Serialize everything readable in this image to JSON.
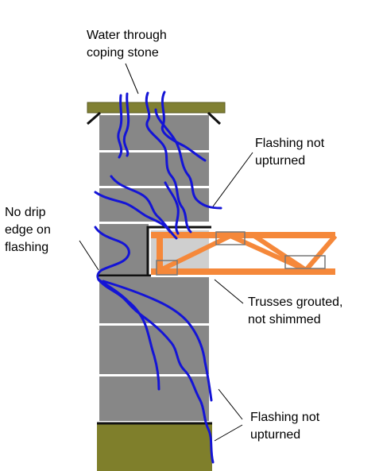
{
  "labels": {
    "water_coping": {
      "line1": "Water through",
      "line2": "coping stone"
    },
    "flashing_top": {
      "line1": "Flashing not",
      "line2": "upturned"
    },
    "no_drip": {
      "line1": "No drip",
      "line2": "edge on",
      "line3": "flashing"
    },
    "trusses": {
      "line1": "Trusses grouted,",
      "line2": "not shimmed"
    },
    "flashing_bottom": {
      "line1": "Flashing not",
      "line2": "upturned"
    }
  },
  "colors": {
    "block": "#878787",
    "mortar": "#ffffff",
    "coping": "#808033",
    "footing": "#7f7f2b",
    "flashing": "#111111",
    "truss": "#f5883a",
    "water": "#1414d6",
    "grout": "#cfcfcf",
    "leader": "#000000"
  }
}
